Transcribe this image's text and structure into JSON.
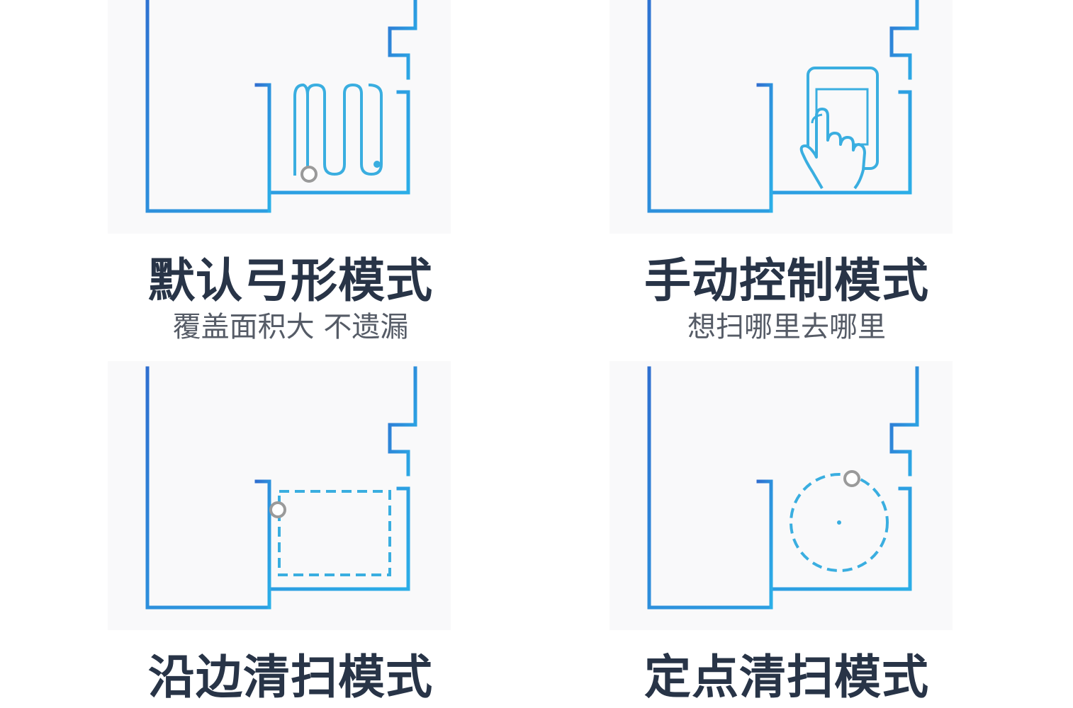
{
  "colors": {
    "wall_start": "#2f6fd0",
    "wall_end": "#2bb0e8",
    "path": "#3aaee0",
    "robot": "#9a9a9a",
    "title": "#283447",
    "subtitle": "#555b66"
  },
  "modes": [
    {
      "title": "默认弓形模式",
      "subtitle": "覆盖面积大 不遗漏",
      "icon": "zigzag-path-icon"
    },
    {
      "title": "手动控制模式",
      "subtitle": "想扫哪里去哪里",
      "icon": "touch-control-icon"
    },
    {
      "title": "沿边清扫模式",
      "subtitle": "",
      "icon": "edge-path-icon"
    },
    {
      "title": "定点清扫模式",
      "subtitle": "",
      "icon": "spot-circle-icon"
    }
  ]
}
